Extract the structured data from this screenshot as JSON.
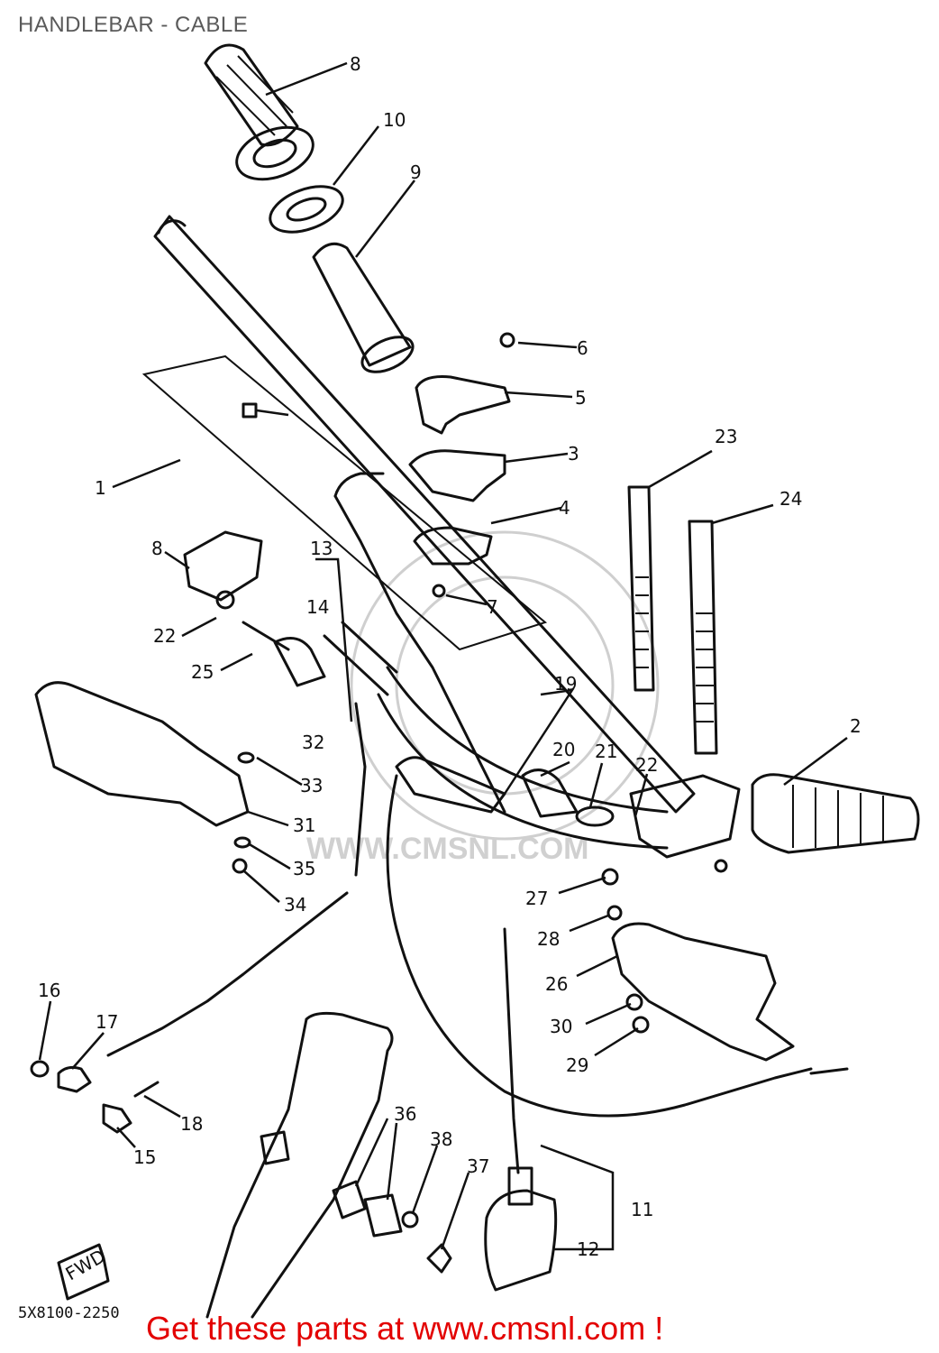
{
  "title": "HANDLEBAR - CABLE",
  "diagram_code": "5X8100-2250",
  "footer_link": "Get these parts at www.cmsnl.com !",
  "watermark_text": "WWW.CMSNL.COM",
  "fwd_label": "FWD",
  "callouts": [
    "1",
    "2",
    "3",
    "4",
    "5",
    "6",
    "7",
    "8",
    "9",
    "10",
    "11",
    "12",
    "13",
    "14",
    "15",
    "16",
    "17",
    "18",
    "19",
    "20",
    "21",
    "22",
    "23",
    "24",
    "25",
    "26",
    "27",
    "28",
    "29",
    "30",
    "31",
    "32",
    "33",
    "34",
    "35",
    "36",
    "37",
    "38"
  ],
  "colors": {
    "ink": "#111111",
    "footer": "#e30000",
    "title": "#5a5a5a",
    "watermark": "#d0d0d0"
  }
}
